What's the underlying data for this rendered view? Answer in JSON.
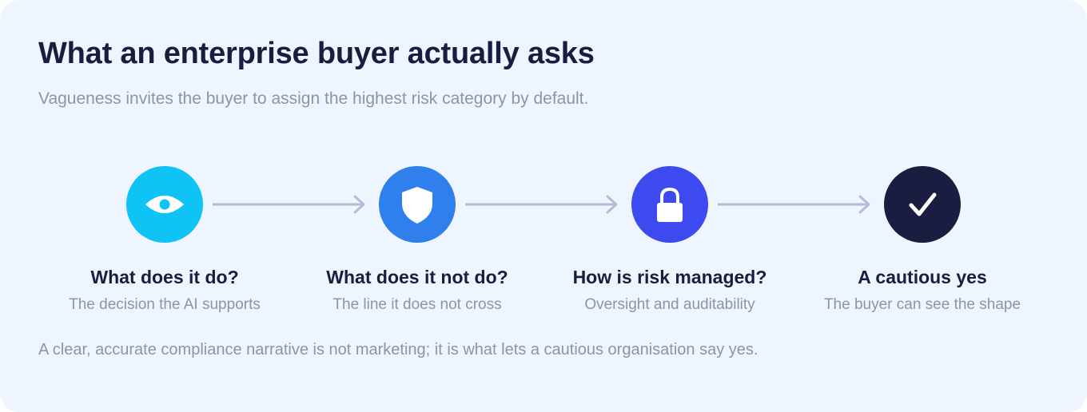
{
  "header": {
    "title": "What an enterprise buyer actually asks",
    "subtitle": "Vagueness invites the buyer to assign the highest risk category by default."
  },
  "steps": [
    {
      "title": "What does it do?",
      "description": "The decision the AI supports",
      "icon": "eye-icon",
      "color": "#0fc3f5"
    },
    {
      "title": "What does it not do?",
      "description": "The line it does not cross",
      "icon": "shield-icon",
      "color": "#2f80ed"
    },
    {
      "title": "How is risk managed?",
      "description": "Oversight and auditability",
      "icon": "lock-icon",
      "color": "#3d4af0"
    },
    {
      "title": "A cautious yes",
      "description": "The buyer can see the shape",
      "icon": "checkmark-icon",
      "color": "#1a1d3f"
    }
  ],
  "footer": {
    "text": "A clear, accurate compliance narrative is not marketing; it is what lets a cautious organisation say yes."
  },
  "colors": {
    "background": "#eff5fe",
    "arrow": "#b4bcd8",
    "title": "#1a1d3f",
    "muted": "#8e93a8"
  }
}
